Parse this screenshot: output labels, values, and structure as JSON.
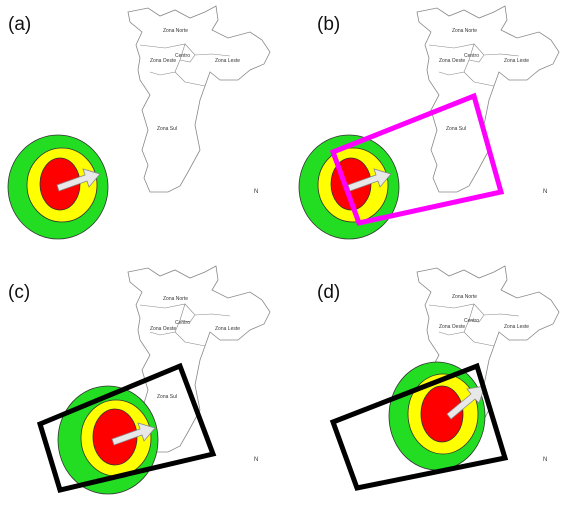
{
  "panels": [
    {
      "label": "(a)"
    },
    {
      "label": "(b)"
    },
    {
      "label": "(c)"
    },
    {
      "label": "(d)"
    }
  ],
  "zones": {
    "norte": "Zona Norte",
    "oeste": "Zona Oeste",
    "centro": "Centro",
    "leste": "Zona Leste",
    "sul": "Zona Sul"
  },
  "north_arrow": "N",
  "colors": {
    "outer_ring": "#22dd22",
    "middle_ring": "#ffff00",
    "inner_core": "#ff0000",
    "arrow": "#e8e8e8",
    "highlight_box_b": "#ff00ff",
    "highlight_box_cd": "#000000",
    "map_outline": "#888888"
  }
}
